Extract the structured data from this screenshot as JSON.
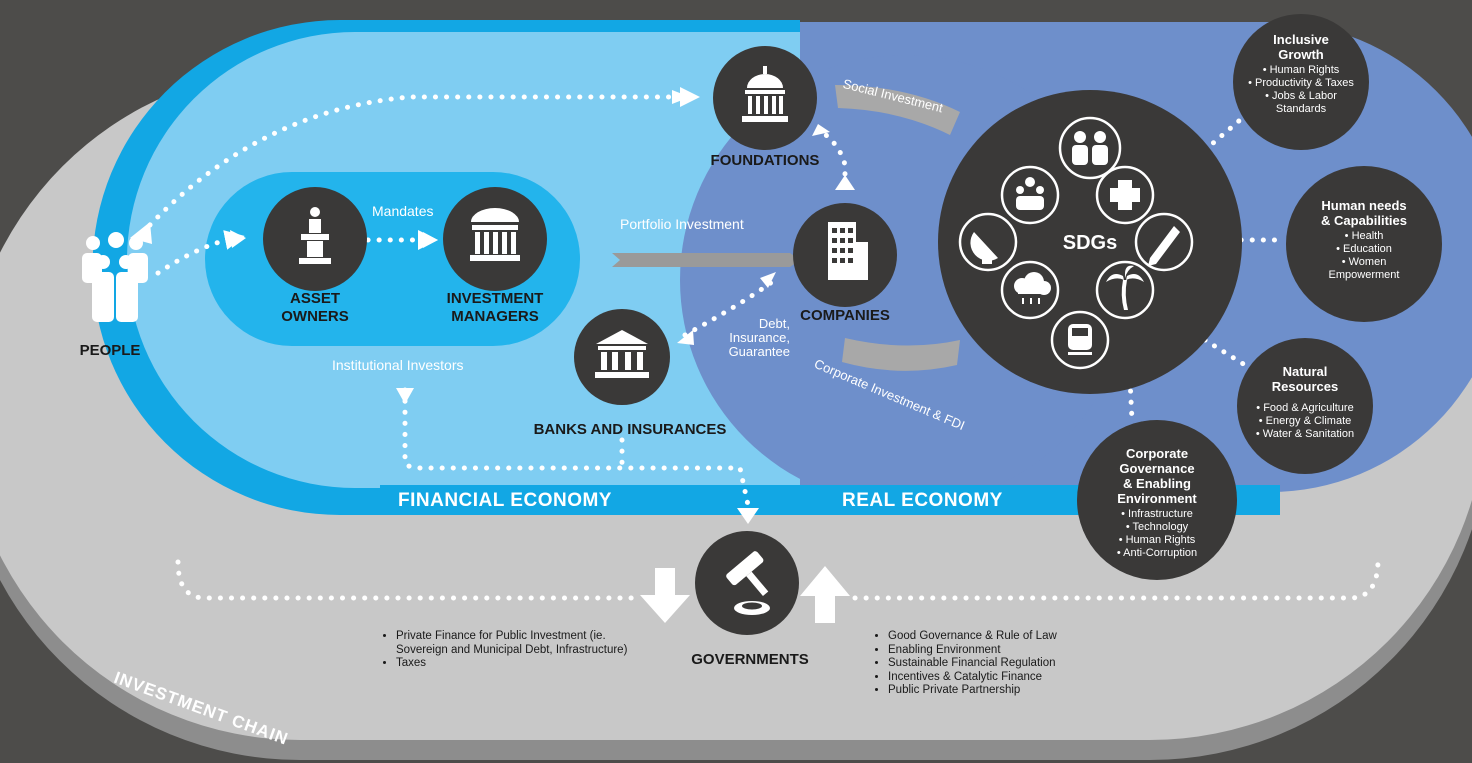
{
  "zones": {
    "financial": "FINANCIAL ECONOMY",
    "real": "REAL ECONOMY",
    "chain": "INVESTMENT CHAIN",
    "institutional": "Institutional Investors"
  },
  "nodes": {
    "people": "PEOPLE",
    "asset_owners": "ASSET\nOWNERS",
    "investment_managers": "INVESTMENT\nMANAGERS",
    "foundations": "FOUNDATIONS",
    "companies": "COMPANIES",
    "banks": "BANKS AND INSURANCES",
    "governments": "GOVERNMENTS",
    "sdgs": "SDGs"
  },
  "flows": {
    "mandates": "Mandates",
    "portfolio": "Portfolio Investment",
    "debt": "Debt,\nInsurance,\nGuarantee",
    "social": "Social Investment",
    "corporate": "Corporate Investment & FDI"
  },
  "categories": [
    {
      "title": "Inclusive\nGrowth",
      "bullets": [
        "Human Rights",
        "Productivity & Taxes",
        "Jobs & Labor\nStandards"
      ]
    },
    {
      "title": "Human needs\n& Capabilities",
      "bullets": [
        "Health",
        "Education",
        "Women\nEmpowerment"
      ]
    },
    {
      "title": "Natural\nResources",
      "bullets": [
        "Food & Agriculture",
        "Energy & Climate",
        "Water & Sanitation"
      ]
    },
    {
      "title": "Corporate\nGovernance\n& Enabling\nEnvironment",
      "bullets": [
        "Infrastructure",
        "Technology",
        "Human Rights",
        "Anti-Corruption"
      ]
    }
  ],
  "gov_left": [
    "Private Finance for Public Investment (ie. Sovereign and Municipal Debt, Infrastructure)",
    "Taxes"
  ],
  "gov_right": [
    "Good Governance & Rule of Law",
    "Enabling Environment",
    "Sustainable Financial Regulation",
    "Incentives & Catalytic Finance",
    "Public Private Partnership"
  ],
  "colors": {
    "background": "#4d4c4a",
    "chain_grey": "#c8c8c8",
    "financial_blue": "#7fcdf2",
    "deep_blue": "#12a7e4",
    "real_blue": "#6e8fcb",
    "node_dark": "#3a3938"
  },
  "icons": [
    "podium-icon",
    "bank-building-icon",
    "capitol-icon",
    "office-tower-icon",
    "classical-bank-icon",
    "gavel-icon",
    "people-group-icon",
    "family-icon",
    "crowd-icon",
    "medical-cross-icon",
    "satellite-dish-icon",
    "pencil-icon",
    "weather-icon",
    "palm-tree-icon",
    "train-icon"
  ]
}
